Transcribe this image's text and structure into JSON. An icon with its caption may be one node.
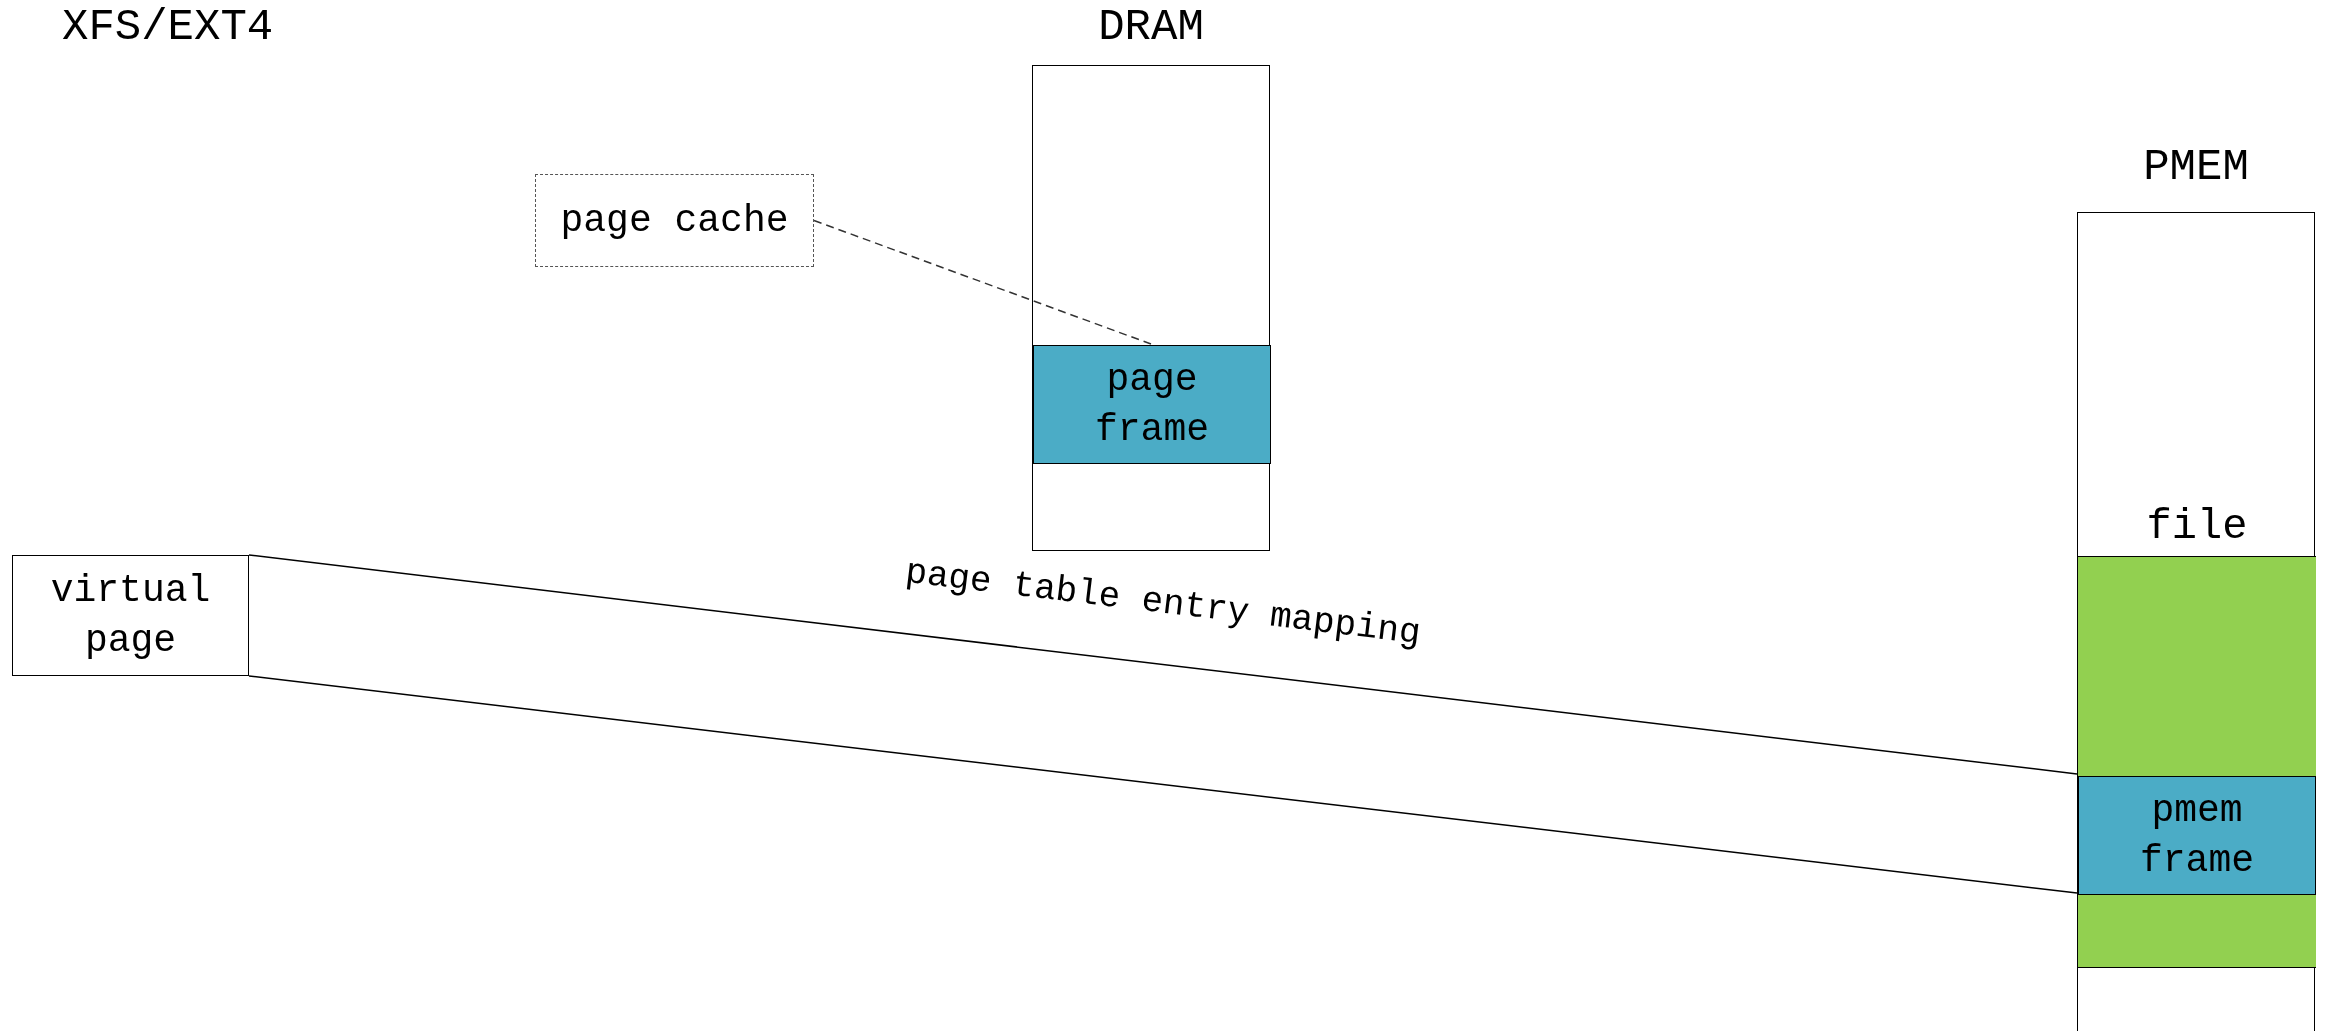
{
  "diagram": {
    "nodes": [
      {
        "text": [
          "DRAM"
        ]
      },
      {
        "text": [
          "page frame"
        ],
        "in": 0
      },
      {
        "text": [
          "page cache"
        ]
      },
      {
        "text": [
          "PMEM"
        ]
      },
      {
        "text": [
          "file"
        ],
        "in": 3
      },
      {
        "text": [
          "pmem frame"
        ],
        "in": 4
      },
      {
        "text": [
          "virtual page"
        ]
      }
    ],
    "edges": [
      {
        "from": 2,
        "to": 1,
        "arrow": "none",
        "style": "dashed"
      },
      {
        "from": 6,
        "to": 5,
        "arrow": "none",
        "label": "page table entry mapping"
      },
      {
        "from": 6,
        "to": 5,
        "arrow": "none"
      }
    ],
    "labels": [
      "XFS/EXT4"
    ]
  }
}
